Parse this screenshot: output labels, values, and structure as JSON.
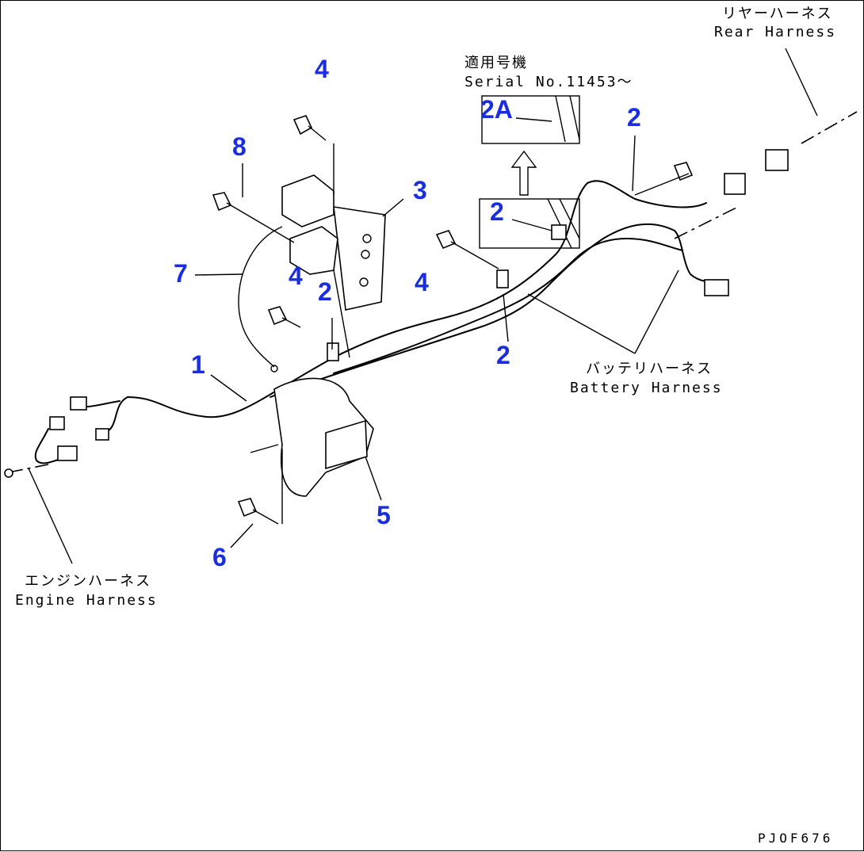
{
  "callouts": {
    "c1": "1",
    "c2a": "2",
    "c2b": "2",
    "c2c": "2",
    "c2d": "2",
    "c2e": "2A",
    "c3": "3",
    "c4a": "4",
    "c4b": "4",
    "c4c": "4",
    "c5": "5",
    "c6": "6",
    "c7": "7",
    "c8": "8"
  },
  "notes": {
    "rear_jp": "リヤーハーネス",
    "rear_en": "Rear Harness",
    "serial_jp": "適用号機",
    "serial_en": "Serial No.11453〜",
    "battery_jp": "バッテリハーネス",
    "battery_en": "Battery Harness",
    "engine_jp": "エンジンハーネス",
    "engine_en": "Engine Harness"
  },
  "drawing_code": "PJOF676",
  "colors": {
    "callout": "#1a2ee0",
    "line": "#000000"
  }
}
